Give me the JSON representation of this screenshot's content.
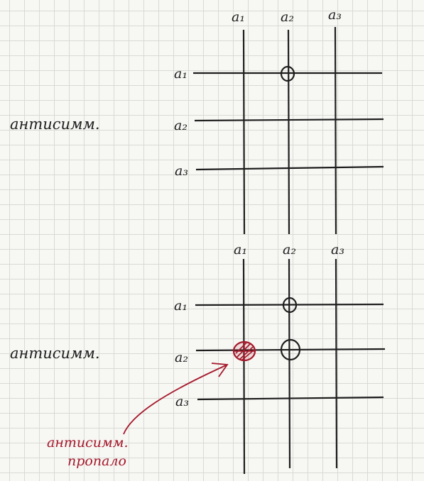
{
  "colors": {
    "ink": "#1e1e1e",
    "accent_red": "#a5182a",
    "paper": "#f7f7f4",
    "grid": "#d9d9d6"
  },
  "diagrams": [
    {
      "column_labels": [
        "a₁",
        "a₂",
        "a₃"
      ],
      "row_labels": [
        "a₁",
        "a₂",
        "a₃"
      ],
      "side_label": "антисимм.",
      "marks": [
        {
          "row": 1,
          "col": 2,
          "symbol": "⊕"
        }
      ]
    },
    {
      "column_labels": [
        "a₁",
        "a₂",
        "a₃"
      ],
      "row_labels": [
        "a₁",
        "a₂",
        "a₃"
      ],
      "side_label": "антисимм.",
      "marks": [
        {
          "row": 1,
          "col": 2,
          "symbol": "⊕"
        },
        {
          "row": 2,
          "col": 2,
          "symbol": "⊕"
        },
        {
          "row": 2,
          "col": 1,
          "symbol": "⊕",
          "crossed_out": true
        }
      ]
    }
  ],
  "annotation": {
    "line1": "антисимм.",
    "line2": "пропало"
  }
}
